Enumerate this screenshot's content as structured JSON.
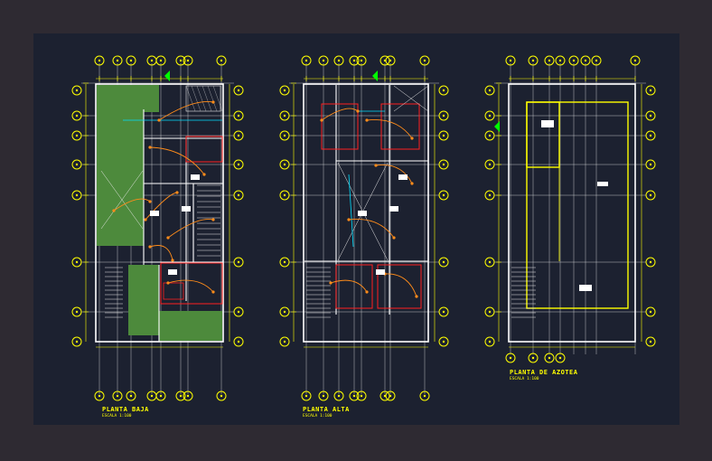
{
  "colors": {
    "background": "#2e2a32",
    "viewport": "#1c2130",
    "wall": "#ffffff",
    "axis": "#ffff00",
    "bubble": "#ffff00",
    "electric": "#ff8c1a",
    "garden": "#4d8a3c",
    "red": "#ff2020",
    "cyan": "#00e0ff",
    "green": "#00ff00"
  },
  "plans": [
    {
      "title": "PLANTA BAJA",
      "scale": "ESCALA 1:100"
    },
    {
      "title": "PLANTA ALTA",
      "scale": "ESCALA 1:100"
    },
    {
      "title": "PLANTA DE AZOTEA",
      "scale": "ESCALA 1:100"
    }
  ]
}
